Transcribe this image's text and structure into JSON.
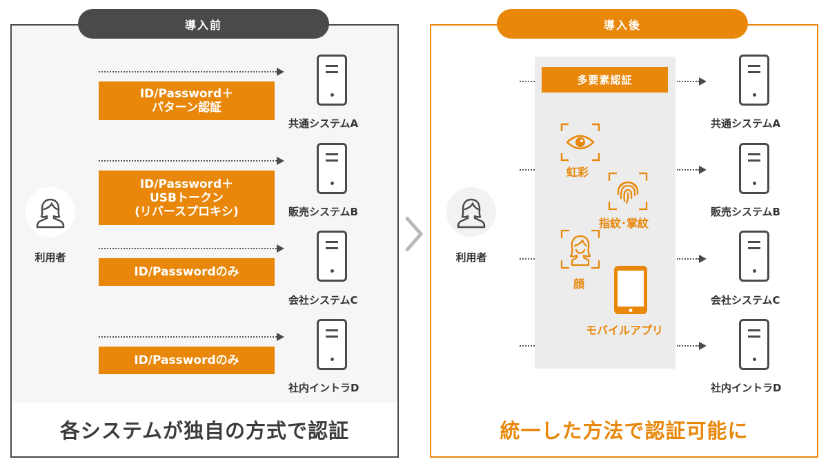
{
  "before": {
    "header": "導入前",
    "user_label": "利用者",
    "auth_methods": [
      {
        "lines": [
          "ID/Password＋",
          "パターン認証"
        ]
      },
      {
        "lines": [
          "ID/Password＋",
          "USBトークン",
          "(リバースプロキシ)"
        ]
      },
      {
        "lines": [
          "ID/Passwordのみ"
        ]
      },
      {
        "lines": [
          "ID/Passwordのみ"
        ]
      }
    ],
    "systems": [
      "共通システムA",
      "販売システムB",
      "会社システムC",
      "社内イントラD"
    ],
    "caption": "各システムが独自の方式で認証"
  },
  "after": {
    "header": "導入後",
    "user_label": "利用者",
    "mfa_title": "多要素認証",
    "factors": {
      "iris": "虹彩",
      "fingerprint": "指紋･掌紋",
      "face": "顔",
      "mobile": "モバイルアプリ"
    },
    "systems": [
      "共通システムA",
      "販売システムB",
      "会社システムC",
      "社内イントラD"
    ],
    "caption": "統一した方法で認証可能に"
  },
  "colors": {
    "accent": "#e8870a",
    "dark": "#4a4a4a",
    "panel_bg": "#f6f6f6",
    "mfa_bg": "#ececec"
  },
  "icons": [
    "user-icon",
    "server-icon",
    "eye-icon",
    "fingerprint-icon",
    "face-icon",
    "tablet-icon",
    "chevron-right-icon"
  ]
}
